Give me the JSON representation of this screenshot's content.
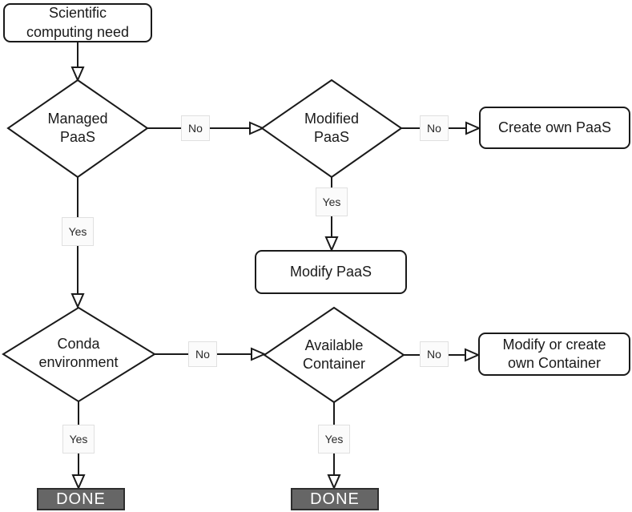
{
  "flowchart": {
    "nodes": {
      "start": "Scientific\ncomputing need",
      "managed_paas": "Managed\nPaaS",
      "modified_paas": "Modified\nPaaS",
      "create_own_paas": "Create own PaaS",
      "modify_paas": "Modify PaaS",
      "conda_environment": "Conda\nenvironment",
      "available_container": "Available\nContainer",
      "modify_or_create_container": "Modify or create\nown Container",
      "done_left": "DONE",
      "done_right": "DONE"
    },
    "edge_labels": {
      "managed_no": "No",
      "modified_no": "No",
      "modified_yes": "Yes",
      "managed_yes": "Yes",
      "conda_no": "No",
      "available_no": "No",
      "conda_yes": "Yes",
      "available_yes": "Yes"
    },
    "colors": {
      "line": "#1a1a1a",
      "node_fill": "#ffffff",
      "node_border": "#1a1a1a",
      "done_fill": "#666666",
      "done_border": "#2e2e2e",
      "done_text": "#ffffff",
      "edge_label_fill": "#fbfbfb",
      "edge_label_border": "#e0e0e0"
    }
  }
}
